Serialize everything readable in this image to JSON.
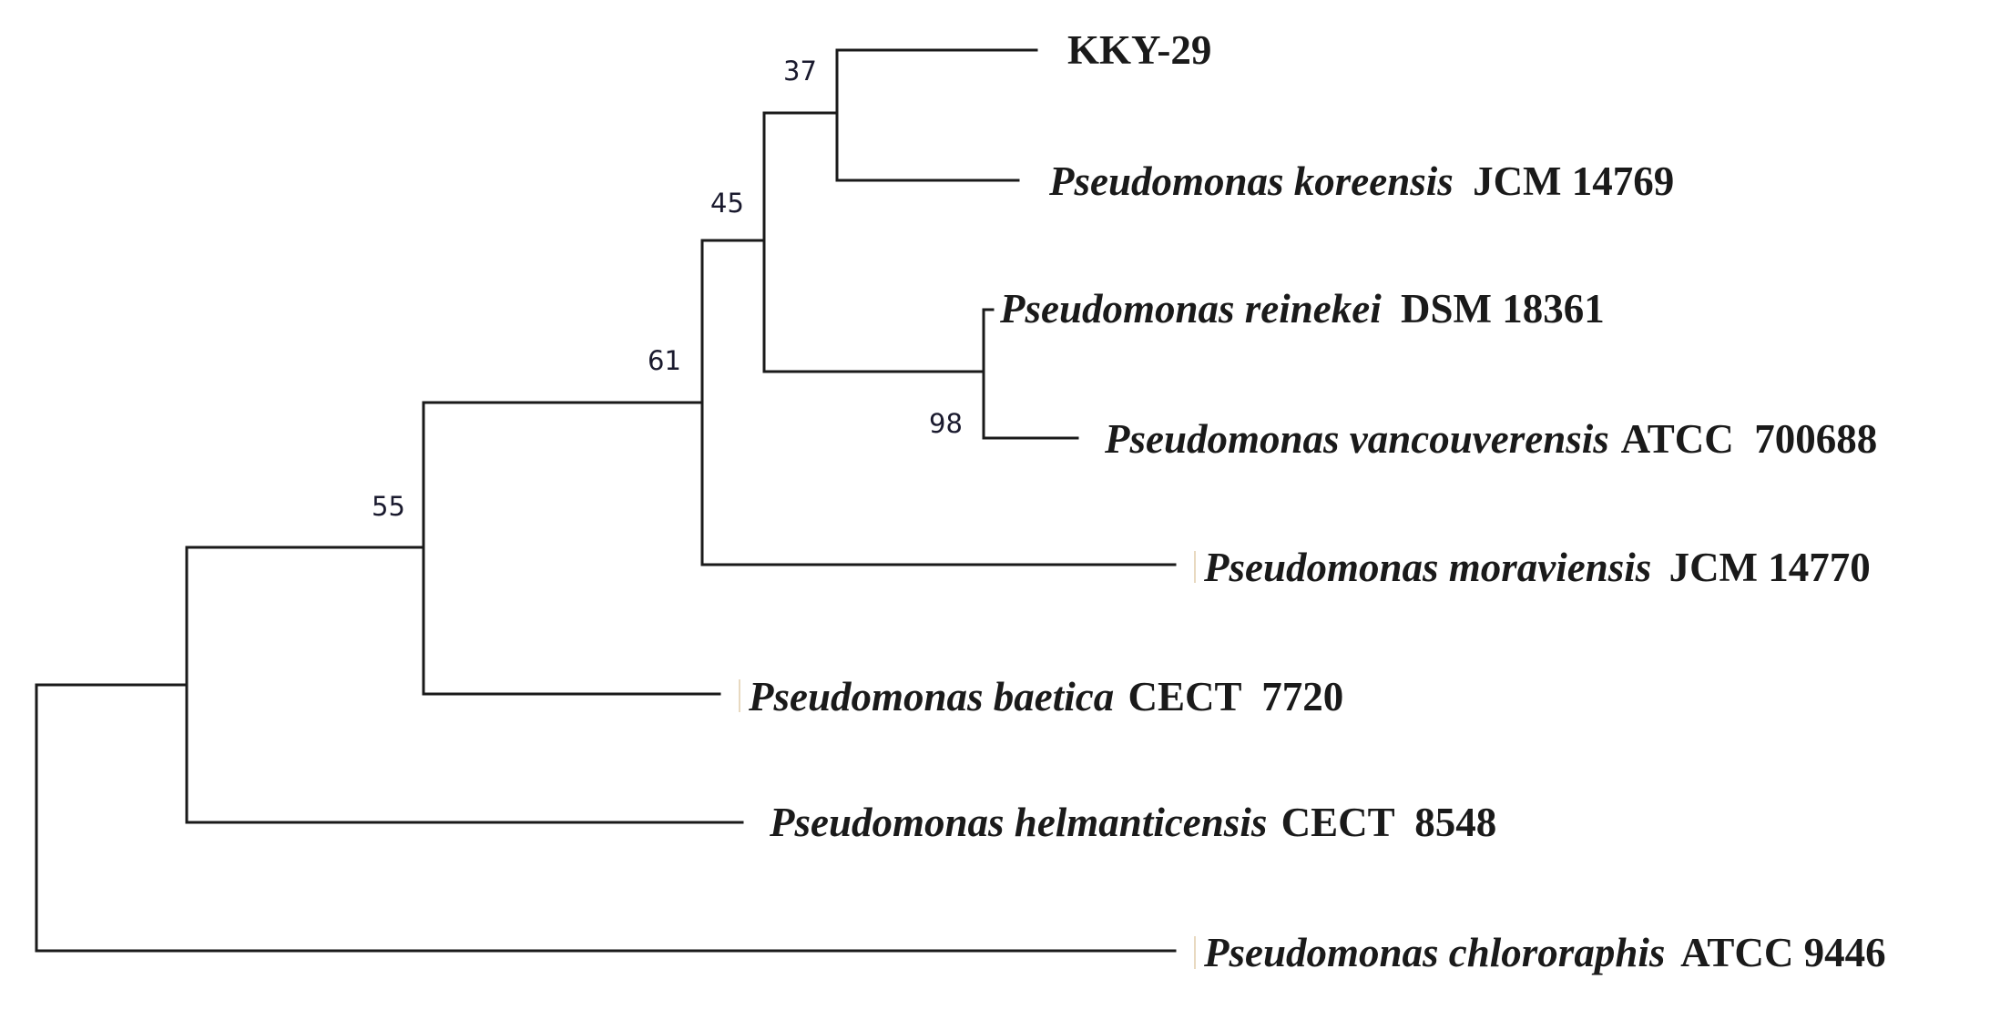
{
  "tree": {
    "taxa": [
      {
        "id": "kky29",
        "genus_species": "",
        "strain": "KKY-29"
      },
      {
        "id": "koreensis",
        "genus_species": "Pseudomonas koreensis",
        "strain": "JCM 14769"
      },
      {
        "id": "reinekei",
        "genus_species": "Pseudomonas reinekei",
        "strain": "DSM 18361"
      },
      {
        "id": "vancouverensis",
        "genus_species": "Pseudomonas vancouverensis",
        "strain": "ATCC  700688"
      },
      {
        "id": "moraviensis",
        "genus_species": "Pseudomonas moraviensis",
        "strain": "JCM 14770"
      },
      {
        "id": "baetica",
        "genus_species": "Pseudomonas baetica",
        "strain": "CECT  7720"
      },
      {
        "id": "helmanticensis",
        "genus_species": "Pseudomonas helmanticensis",
        "strain": "CECT  8548"
      },
      {
        "id": "chlororaphis",
        "genus_species": "Pseudomonas chlororaphis",
        "strain": "ATCC 9446"
      }
    ],
    "bootstrap_values": {
      "kky_koreensis": "37",
      "clade_45": "45",
      "clade_61": "61",
      "reinekei_vancouverensis": "98",
      "clade_55": "55"
    },
    "colors": {
      "branch": "#1a1a1a",
      "bootstrap_text": "#1a1a2e",
      "label_text": "#1a1a1a"
    }
  }
}
